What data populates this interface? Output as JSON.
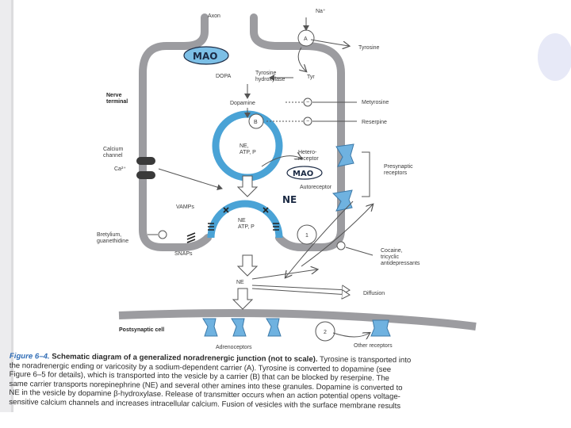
{
  "labels": {
    "axon": "Axon",
    "na_plus": "Na⁺",
    "carrier_a": "A",
    "tyrosine_right": "Tyrosine",
    "mao_top": "MAO",
    "dopa": "DOPA",
    "tyrosine_hydroxylase": "Tyrosine\nhydroxylase",
    "tyr": "Tyr",
    "nerve_terminal": "Nerve\nterminal",
    "dopamine": "Dopamine",
    "metyrosine": "Metyrosine",
    "carrier_b": "B",
    "reserpine": "Reserpine",
    "minus": "−",
    "ne_atp_p_upper": "NE,\nATP, P",
    "calcium_channel": "Calcium\nchannel",
    "ca2_plus": "Ca²⁺",
    "heteroreceptor": "Hetero-\nreceptor",
    "mao_mid": "MAO",
    "autoreceptor": "Autoreceptor",
    "presynaptic_receptors": "Presynaptic\nreceptors",
    "ne_hand": "NE",
    "vamps": "VAMPs",
    "ne_atp_p_lower": "NE\nATP, P",
    "bretylium": "Bretylium,\nguanethidine",
    "snaps": "SNAPs",
    "carrier_1": "1",
    "cocaine": "Cocaine,\ntricyclic\nantidepressants",
    "ne_cleft": "NE",
    "diffusion": "Diffusion",
    "carrier_2": "2",
    "postsynaptic_cell": "Postsynaptic cell",
    "adrenoceptors": "Adrenoceptors",
    "other_receptors": "Other receptors"
  },
  "caption": {
    "figure_label": "Figure 6–4.",
    "title": "Schematic diagram of a generalized noradrenergic junction (not to scale).",
    "lines": [
      "Tyrosine is transported into",
      "the noradrenergic ending or varicosity by a sodium-dependent carrier (A). Tyrosine is converted to dopamine (see",
      "Figure 6–5 for details), which is transported into the vesicle by a carrier (B) that can be blocked by reserpine. The",
      "same carrier transports norepinephrine (NE) and several other amines into these granules. Dopamine is converted to",
      "NE in the vesicle by dopamine β-hydroxylase. Release of transmitter occurs when an action potential opens voltage-",
      "sensitive calcium channels and increases intracellular calcium. Fusion of vesicles with the surface membrane results"
    ]
  },
  "colors": {
    "membrane": "#9c9ca0",
    "membrane_edge": "#6f6f74",
    "vesicle_blue": "#4aa3d6",
    "receptor_blue": "#6fb2e0",
    "mao_fill": "#7cbfe6",
    "caption_title": "#2f6cb5",
    "left_strip": "#eaeaec",
    "right_circle": "#dcdff5"
  }
}
